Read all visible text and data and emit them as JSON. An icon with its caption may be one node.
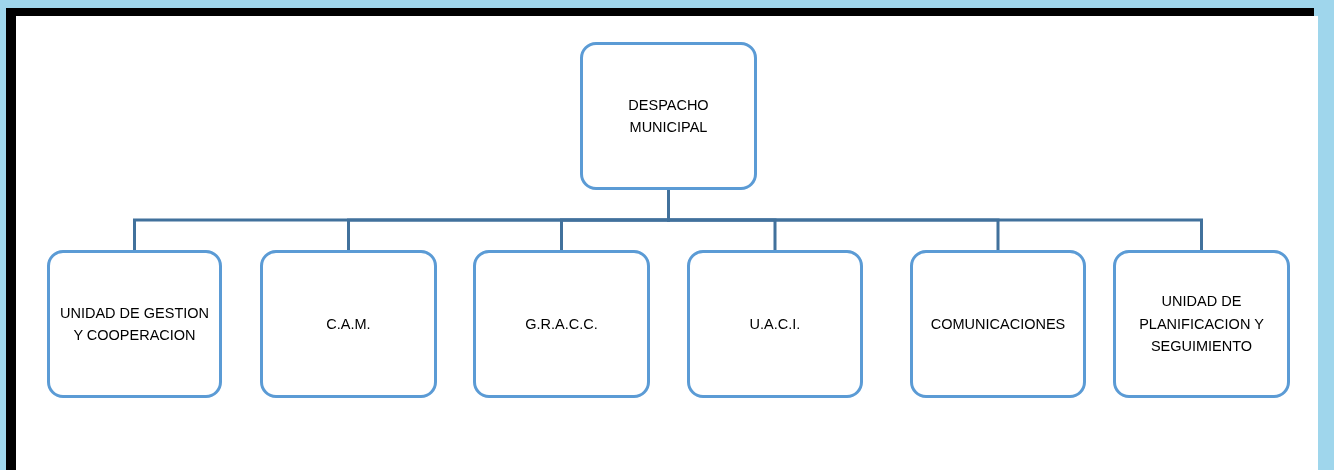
{
  "diagram": {
    "nodes": [
      {
        "text": [
          "DESPACHO MUNICIPAL"
        ]
      },
      {
        "text": [
          "UNIDAD DE GESTION Y COOPERACION"
        ]
      },
      {
        "text": [
          "C.A.M."
        ]
      },
      {
        "text": [
          "G.R.A.C.C."
        ]
      },
      {
        "text": [
          "U.A.C.I."
        ]
      },
      {
        "text": [
          "COMUNICACIONES"
        ]
      },
      {
        "text": [
          "UNIDAD DE PLANIFICACION Y SEGUIMIENTO"
        ]
      }
    ],
    "edges": [
      {
        "from": 0,
        "to": 1,
        "arrow": "none"
      },
      {
        "from": 0,
        "to": 2,
        "arrow": "none"
      },
      {
        "from": 0,
        "to": 3,
        "arrow": "none"
      },
      {
        "from": 0,
        "to": 4,
        "arrow": "none"
      },
      {
        "from": 0,
        "to": 5,
        "arrow": "none"
      },
      {
        "from": 0,
        "to": 6,
        "arrow": "none"
      }
    ]
  }
}
